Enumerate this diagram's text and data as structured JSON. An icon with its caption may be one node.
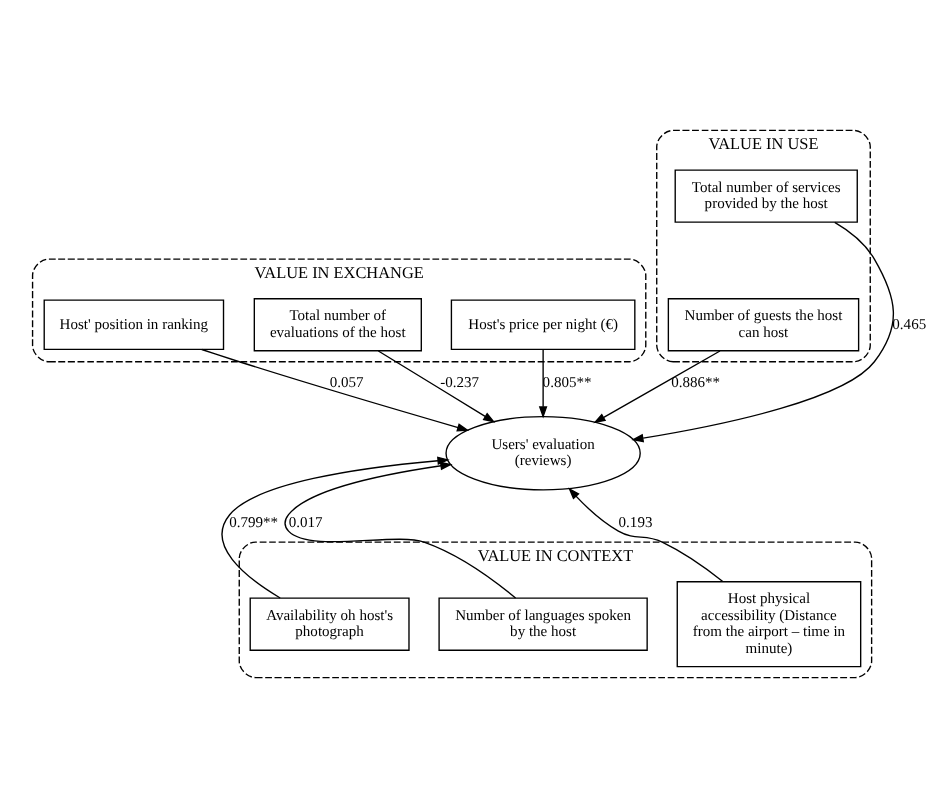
{
  "diagram": {
    "nodes": [
      {
        "text": [
          "VALUE IN EXCHANGE"
        ]
      },
      {
        "text": [
          "Host' position in ranking"
        ],
        "in": 0
      },
      {
        "text": [
          "Total number of evaluations of the host"
        ],
        "in": 0
      },
      {
        "text": [
          "Host's price per night (€)"
        ],
        "in": 0
      },
      {
        "text": [
          "VALUE IN USE"
        ]
      },
      {
        "text": [
          "Total number of services provided by the host"
        ],
        "in": 4
      },
      {
        "text": [
          "Number of guests the host can host"
        ],
        "in": 4
      },
      {
        "text": [
          "VALUE IN CONTEXT"
        ]
      },
      {
        "text": [
          "Availability oh host's photograph"
        ],
        "in": 7
      },
      {
        "text": [
          "Number of languages spoken by the host"
        ],
        "in": 7
      },
      {
        "text": [
          "Host physical accessibility (Distance from the airport – time in minute)"
        ],
        "in": 7
      },
      {
        "text": [
          "Users' evaluation (reviews)"
        ]
      }
    ],
    "edges": [
      {
        "from": 1,
        "to": 11,
        "arrow": "to",
        "label": "0.057"
      },
      {
        "from": 2,
        "to": 11,
        "arrow": "to",
        "label": "-0.237"
      },
      {
        "from": 3,
        "to": 11,
        "arrow": "to",
        "label": "0.805**"
      },
      {
        "from": 5,
        "to": 11,
        "arrow": "to",
        "label": "0.465"
      },
      {
        "from": 6,
        "to": 11,
        "arrow": "to",
        "label": "0.886**"
      },
      {
        "from": 8,
        "to": 11,
        "arrow": "to",
        "label": "0.799**"
      },
      {
        "from": 9,
        "to": 11,
        "arrow": "to",
        "label": "0.017"
      },
      {
        "from": 10,
        "to": 11,
        "arrow": "to",
        "label": "0.193"
      }
    ]
  }
}
